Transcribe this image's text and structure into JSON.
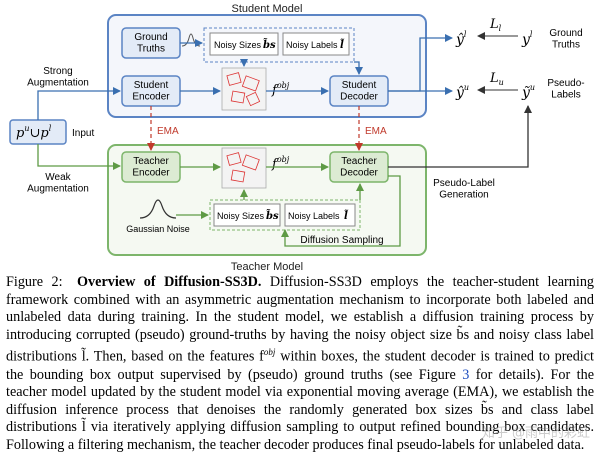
{
  "diagram": {
    "student_title": "Student Model",
    "teacher_title": "Teacher Model",
    "ground_truths": "Ground\nTruths",
    "student_encoder": "Student\nEncoder",
    "student_decoder": "Student\nDecoder",
    "teacher_encoder": "Teacher\nEncoder",
    "teacher_decoder": "Teacher\nDecoder",
    "noisy_sizes": "Noisy Sizes",
    "noisy_labels": "Noisy Labels",
    "noisy_sizes_sym": "b̃s",
    "noisy_labels_sym": "l̃",
    "f_obj": "f",
    "f_obj_sup": "obj",
    "strong_aug": "Strong\nAugmentation",
    "weak_aug": "Weak\nAugmentation",
    "input_label": "Input",
    "input_expr": "p",
    "input_expr_sup_u": "u",
    "input_union": "∪",
    "input_expr_sup_l": "l",
    "ema_top": "EMA",
    "ema_bottom": "EMA",
    "gaussian_noise": "Gaussian Noise",
    "diffusion_sampling": "Diffusion Sampling",
    "pseudo_label_generation": "Pseudo-Label\nGeneration",
    "y_hat_l": "ŷ",
    "y_hat_l_sup": "l",
    "y_hat_u": "ŷ",
    "y_hat_u_sup": "u",
    "y_l": "y",
    "y_l_sup": "l",
    "y_tilde_u": "ỹ",
    "y_tilde_u_sup": "u",
    "loss_l": "L",
    "loss_l_sub": "l",
    "loss_u": "L",
    "loss_u_sub": "u",
    "ground_truths_out": "Ground\nTruths",
    "pseudo_labels_out": "Pseudo-\nLabels",
    "colors": {
      "student_border": "#5b84c4",
      "teacher_border": "#7db56b",
      "student_block": "#e3ebf7",
      "teacher_block": "#dcebd3",
      "ema": "#c0392b",
      "arrow": "#3a6fb0",
      "teacher_arrow": "#5e9a45"
    }
  },
  "caption": {
    "fig_id": "Figure 2:",
    "title": "Overview of Diffusion-SS3D.",
    "body_1": "Diffusion-SS3D employs the teacher-student learning framework combined with an asymmetric augmentation mechanism to incorporate both labeled and unlabeled data during training. In the student model, we establish a diffusion training process by introducing corrupted (pseudo) ground-truths by having the noisy object size b̃s and noisy class label distributions l̃. Then, based on the features f",
    "body_1_sup": "obj",
    "body_2": " within boxes, the student decoder is trained to predict the bounding box output supervised by (pseudo) ground truths (see Figure ",
    "figure_ref": "3",
    "body_3": " for details). For the teacher model updated by the student model via exponential moving average (EMA), we establish the diffusion inference process that denoises the randomly generated box sizes b̃s and class label distributions l̃ via iteratively applying diffusion sampling to output refined bounding box candidates. Following a filtering mechanism, the teacher decoder produces final pseudo-labels for unlabeled data."
  },
  "watermark": "知乎 @雨中的彩虹"
}
